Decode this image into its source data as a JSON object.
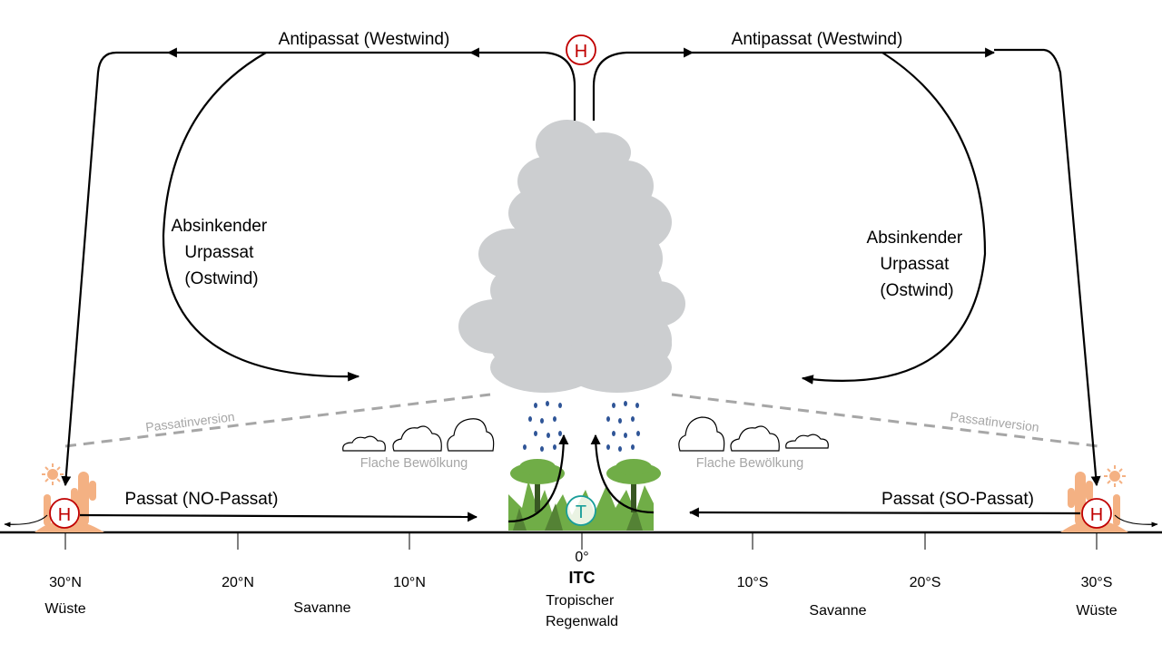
{
  "labels": {
    "antipassat_left": "Antipassat (Westwind)",
    "antipassat_right": "Antipassat (Westwind)",
    "absinkender_left": [
      "Absinkender",
      "Urpassat",
      "(Ostwind)"
    ],
    "absinkender_right": [
      "Absinkender",
      "Urpassat",
      "(Ostwind)"
    ],
    "passatinversion_left": "Passatinversion",
    "passatinversion_right": "Passatinversion",
    "flache_left": "Flache Bewölkung",
    "flache_right": "Flache Bewölkung",
    "passat_left": "Passat (NO-Passat)",
    "passat_right": "Passat (SO-Passat)",
    "high_symbol": "H",
    "low_symbol": "T"
  },
  "axis": {
    "ticks": [
      {
        "label": "30°N",
        "zone": "Wüste"
      },
      {
        "label": "20°N",
        "zone": ""
      },
      {
        "label": "10°N",
        "zone": ""
      },
      {
        "label": "0°",
        "zone": ""
      },
      {
        "label": "10°S",
        "zone": ""
      },
      {
        "label": "20°S",
        "zone": ""
      },
      {
        "label": "30°S",
        "zone": "Wüste"
      }
    ],
    "savanna_left": "Savanne",
    "savanna_right": "Savanne",
    "itc": "ITC",
    "rainforest": [
      "Tropischer",
      "Regenwald"
    ]
  },
  "colors": {
    "arrow": "#000000",
    "cloud": "#ccced0",
    "inversion": "#a6a6a6",
    "rain": "#2f5597",
    "high": "#c00000",
    "low": "#1a9e9a",
    "desert": "#f4b183",
    "forest": "#70ad47",
    "sun": "#f4b183"
  }
}
